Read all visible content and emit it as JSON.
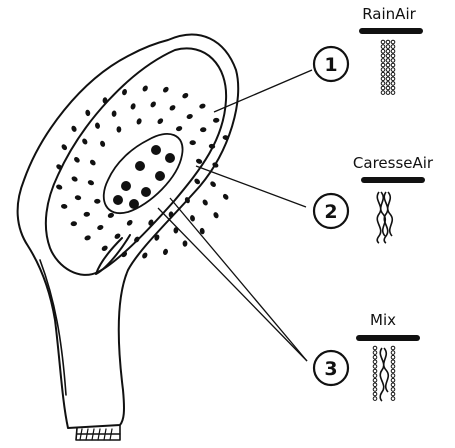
{
  "modes": [
    {
      "number": "1",
      "name": "RainAir"
    },
    {
      "number": "2",
      "name": "CaresseAir"
    },
    {
      "number": "3",
      "name": "Mix"
    }
  ],
  "icons": [
    "rain-spray-icon",
    "caresse-spray-icon",
    "mix-spray-icon"
  ],
  "colors": {
    "line": "#111111",
    "background": "#ffffff"
  }
}
